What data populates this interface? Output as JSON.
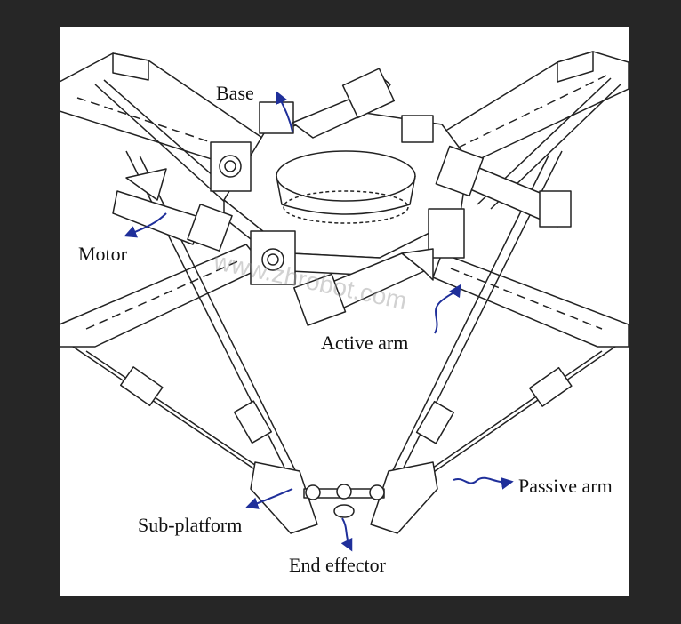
{
  "labels": {
    "base": "Base",
    "motor": "Motor",
    "active_arm": "Active arm",
    "passive_arm": "Passive arm",
    "sub_platform": "Sub-platform",
    "end_effector": "End effector"
  },
  "watermark": "www.zhrobot.com",
  "colors": {
    "background": "#262626",
    "paper": "#ffffff",
    "line": "#222222",
    "arrow": "#1f2f9a"
  }
}
